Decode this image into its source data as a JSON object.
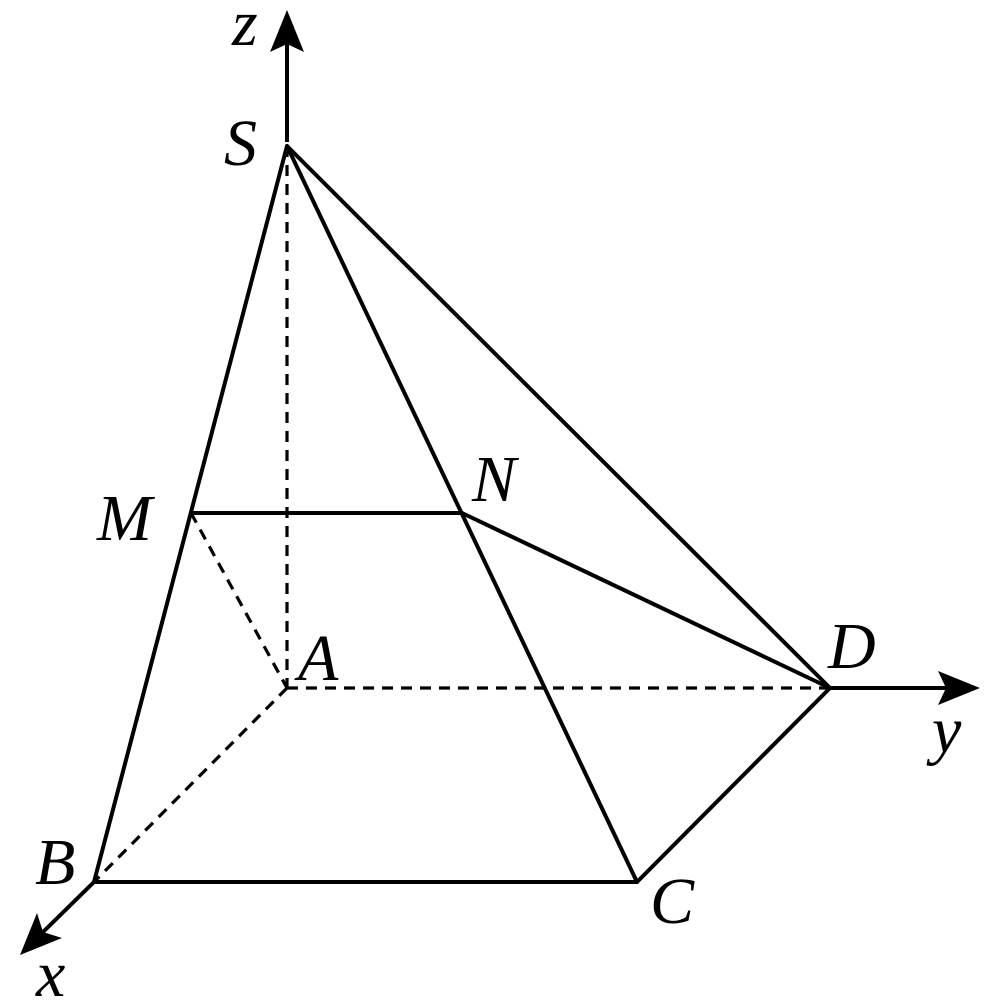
{
  "points": {
    "S": "S",
    "M": "M",
    "N": "N",
    "A": "A",
    "B": "B",
    "C": "C",
    "D": "D"
  },
  "axes": {
    "x": "x",
    "y": "y",
    "z": "z"
  },
  "colors": {
    "line": "#000000",
    "background": "#ffffff"
  }
}
